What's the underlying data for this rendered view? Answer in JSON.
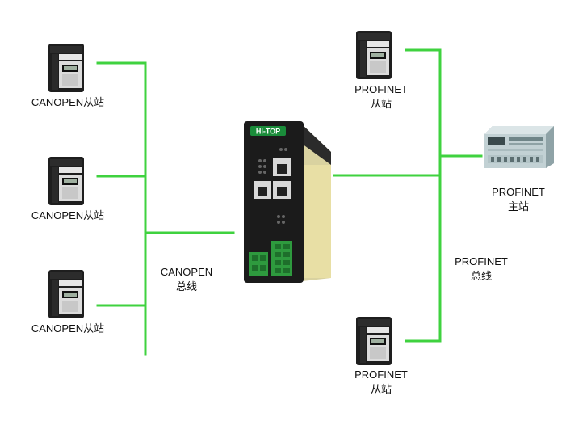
{
  "gateway": {
    "brand": "HI-TOP"
  },
  "canopen": {
    "bus_label_line1": "CANOPEN",
    "bus_label_line2": "总线",
    "slaves": [
      {
        "label": "CANOPEN从站"
      },
      {
        "label": "CANOPEN从站"
      },
      {
        "label": "CANOPEN从站"
      }
    ]
  },
  "profinet": {
    "bus_label_line1": "PROFINET",
    "bus_label_line2": "总线",
    "master": {
      "line1": "PROFINET",
      "line2": "主站"
    },
    "slaves": [
      {
        "line1": "PROFINET",
        "line2": "从站"
      },
      {
        "line1": "PROFINET",
        "line2": "从站"
      }
    ]
  },
  "colors": {
    "bus_line": "#3fd23f",
    "device_dark": "#1b1b1b",
    "plc_body": "#b9c9cc"
  }
}
